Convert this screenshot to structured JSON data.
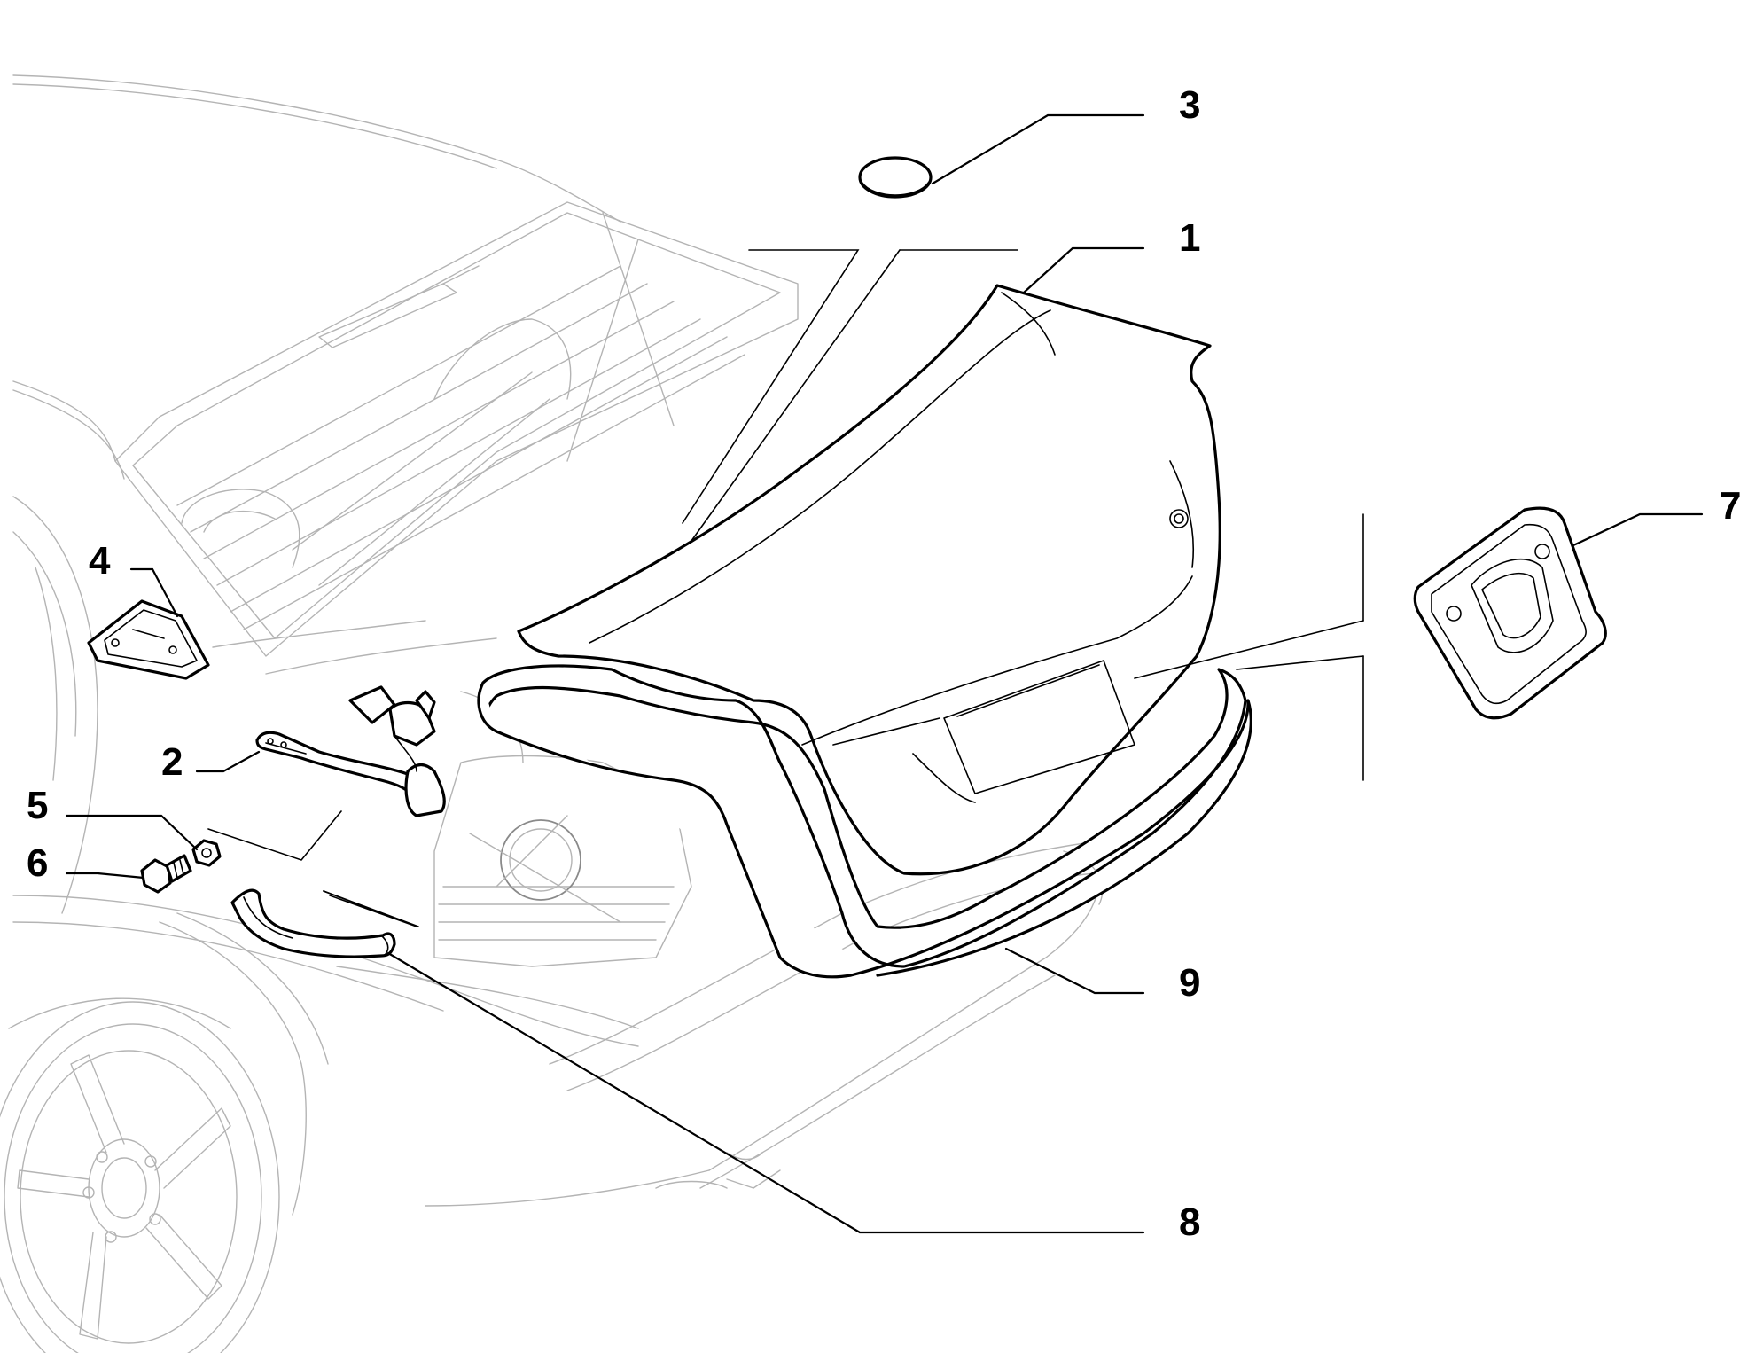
{
  "diagram": {
    "callouts": [
      {
        "id": "1",
        "label": "1"
      },
      {
        "id": "2",
        "label": "2"
      },
      {
        "id": "3",
        "label": "3"
      },
      {
        "id": "4",
        "label": "4"
      },
      {
        "id": "5",
        "label": "5"
      },
      {
        "id": "6",
        "label": "6"
      },
      {
        "id": "7",
        "label": "7"
      },
      {
        "id": "8",
        "label": "8"
      },
      {
        "id": "9",
        "label": "9"
      }
    ]
  },
  "colors": {
    "background": "#ffffff",
    "ink": "#000000",
    "context": "#b4b4b4"
  }
}
